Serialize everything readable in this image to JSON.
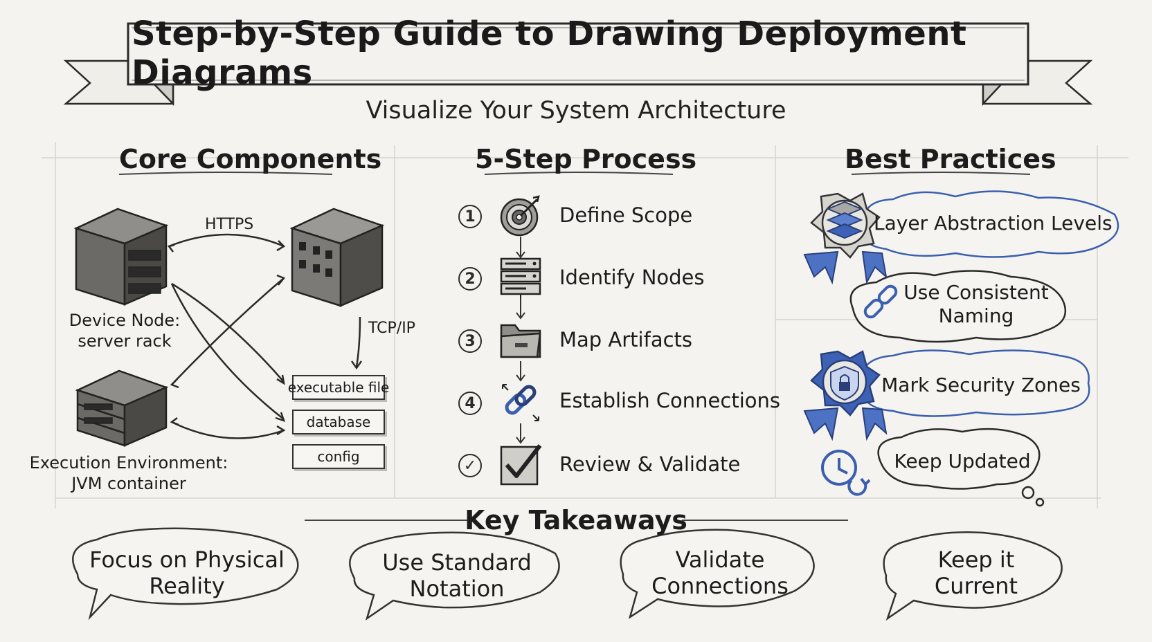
{
  "title": "Step-by-Step Guide to Drawing Deployment Diagrams",
  "subtitle": "Visualize Your System Architecture",
  "core_components": {
    "heading": "Core Components",
    "edge_https": "HTTPS",
    "edge_tcpip": "TCP/IP",
    "device_node_line1": "Device Node:",
    "device_node_line2": "server rack",
    "exec_env_line1": "Execution Environment:",
    "exec_env_line2": "JVM container",
    "artifacts": [
      "executable file",
      "database",
      "config"
    ]
  },
  "process": {
    "heading": "5-Step Process",
    "steps": [
      {
        "num": "1",
        "label": "Define Scope",
        "icon": "target-icon"
      },
      {
        "num": "2",
        "label": "Identify Nodes",
        "icon": "server-icon"
      },
      {
        "num": "3",
        "label": "Map Artifacts",
        "icon": "folder-icon"
      },
      {
        "num": "4",
        "label": "Establish Connections",
        "icon": "link-icon"
      },
      {
        "num": "✓",
        "label": "Review & Validate",
        "icon": "checkbox-icon"
      }
    ]
  },
  "best_practices": {
    "heading": "Best Practices",
    "items": [
      {
        "line1": "Layer Abstraction Levels",
        "line2": "",
        "icon": "layers-badge-icon"
      },
      {
        "line1": "Use Consistent",
        "line2": "Naming",
        "icon": "chain-link-icon"
      },
      {
        "line1": "Mark Security Zones",
        "line2": "",
        "icon": "shield-lock-badge-icon"
      },
      {
        "line1": "Keep Updated",
        "line2": "",
        "icon": "clock-refresh-icon"
      }
    ]
  },
  "takeaways": {
    "heading": "Key Takeaways",
    "items": [
      {
        "line1": "Focus on Physical",
        "line2": "Reality"
      },
      {
        "line1": "Use Standard",
        "line2": "Notation"
      },
      {
        "line1": "Validate",
        "line2": "Connections"
      },
      {
        "line1": "Keep it",
        "line2": "Current"
      }
    ]
  },
  "colors": {
    "ink": "#1c1c1c",
    "accent_blue": "#3a5fae",
    "paper": "#f4f3ef"
  }
}
